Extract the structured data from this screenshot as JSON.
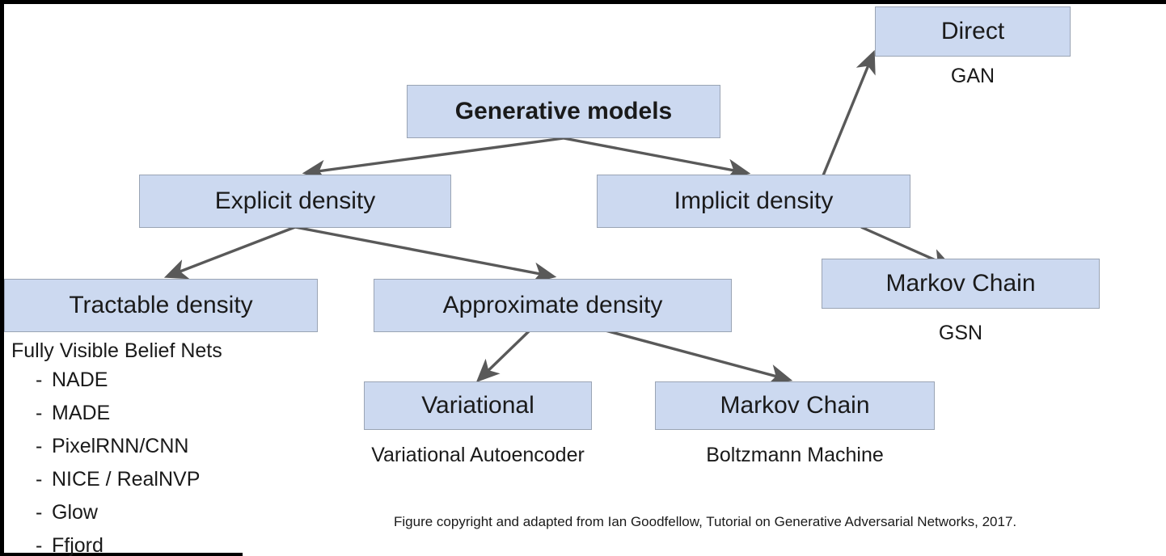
{
  "figure": {
    "caption": "Figure copyright and adapted from Ian Goodfellow, Tutorial on Generative Adversarial Networks, 2017.",
    "box_fill": "#ccd9f0",
    "box_border": "#9aa4b4",
    "arrow_color": "#595959",
    "text_color": "#1a1a1a"
  },
  "nodes": {
    "root": {
      "label": "Generative models"
    },
    "explicit": {
      "label": "Explicit density"
    },
    "implicit": {
      "label": "Implicit density"
    },
    "tractable": {
      "label": "Tractable density"
    },
    "approximate": {
      "label": "Approximate density"
    },
    "direct": {
      "label": "Direct"
    },
    "markov_right": {
      "label": "Markov Chain"
    },
    "variational": {
      "label": "Variational"
    },
    "markov_bottom": {
      "label": "Markov Chain"
    }
  },
  "sublabels": {
    "direct": "GAN",
    "markov_right": "GSN",
    "variational": "Variational Autoencoder",
    "markov_bottom": "Boltzmann Machine"
  },
  "tractable_examples": {
    "title": "Fully Visible Belief Nets",
    "bullet": "-",
    "items": [
      "NADE",
      "MADE",
      "PixelRNN/CNN",
      "NICE / RealNVP",
      "Glow",
      "Ffjord"
    ]
  },
  "edges": [
    {
      "from": "root",
      "to": "explicit"
    },
    {
      "from": "root",
      "to": "implicit"
    },
    {
      "from": "explicit",
      "to": "tractable"
    },
    {
      "from": "explicit",
      "to": "approximate"
    },
    {
      "from": "implicit",
      "to": "direct"
    },
    {
      "from": "implicit",
      "to": "markov_right"
    },
    {
      "from": "approximate",
      "to": "variational"
    },
    {
      "from": "approximate",
      "to": "markov_bottom"
    }
  ]
}
